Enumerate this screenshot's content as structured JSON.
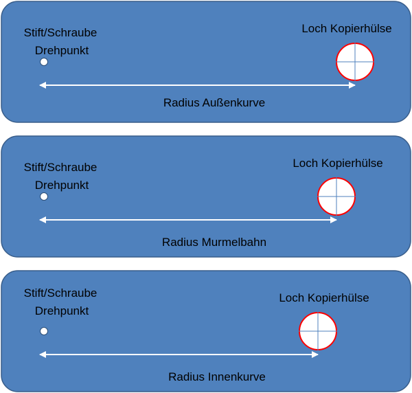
{
  "colors": {
    "panel_fill": "#4f81bd",
    "panel_border": "#385d8a",
    "hole_border": "#ff0000",
    "arrow": "#ffffff"
  },
  "panels": [
    {
      "pivot_label_1": "Stift/Schraube",
      "pivot_label_2": "Drehpunkt",
      "hole_label": "Loch Kopierhülse",
      "radius_label": "Radius Außenkurve"
    },
    {
      "pivot_label_1": "Stift/Schraube",
      "pivot_label_2": "Drehpunkt",
      "hole_label": "Loch Kopierhülse",
      "radius_label": "Radius Murmelbahn"
    },
    {
      "pivot_label_1": "Stift/Schraube",
      "pivot_label_2": "Drehpunkt",
      "hole_label": "Loch Kopierhülse",
      "radius_label": "Radius Innenkurve"
    }
  ]
}
